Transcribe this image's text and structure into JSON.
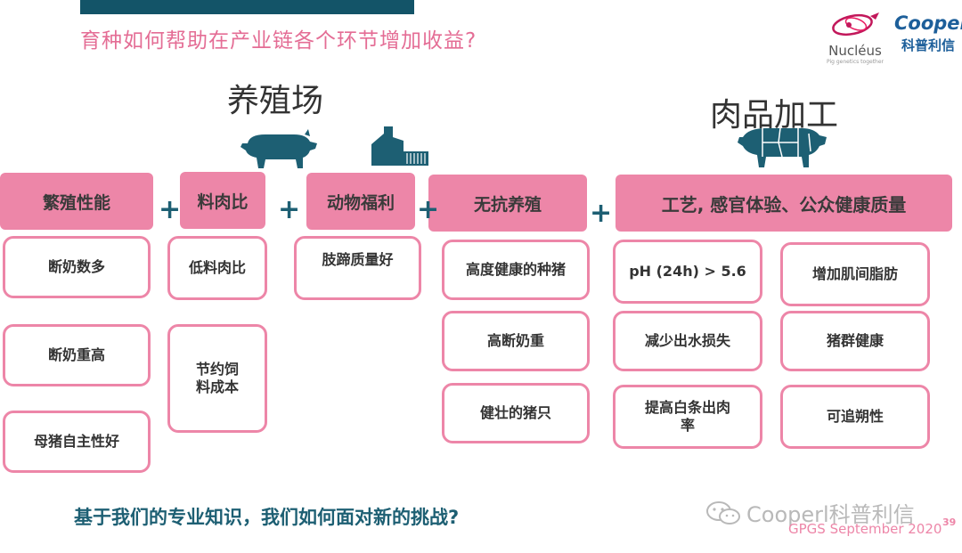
{
  "subtitle": "育种如何帮助在产业链各个环节增加收益?",
  "sections": {
    "farm": "养殖场",
    "processing": "肉品加工"
  },
  "logos": {
    "nucleus": "Nucléus",
    "nucleus_tagline": "Pig genetics together",
    "cooperl": "Cooperl",
    "cooperl_cn": "科普利信"
  },
  "categories": [
    "繁殖性能",
    "料肉比",
    "动物福利",
    "无抗养殖",
    "工艺, 感官体验、公众健康质量"
  ],
  "plus": "+",
  "items": {
    "repro": [
      "断奶数多",
      "断奶重高",
      "母猪自主性好"
    ],
    "fcr": [
      "低料肉比",
      "节约饲\n料成本"
    ],
    "welfare": [
      "肢蹄质量好"
    ],
    "antibiotic": [
      "高度健康的种猪",
      "高断奶重",
      "健壮的猪只"
    ],
    "quality_left": [
      "pH (24h) > 5.6",
      "减少出水损失",
      "提高白条出肉\n率"
    ],
    "quality_right": [
      "增加肌间脂肪",
      "猪群健康",
      "可追朔性"
    ]
  },
  "question": "基于我们的专业知识，我们如何面对新的挑战?",
  "watermark": "Cooperl科普利信",
  "footer": "GPGS September 2020",
  "page_number": "39",
  "colors": {
    "pink": "#ed86a8",
    "teal": "#1d5f73",
    "dark_teal": "#135468"
  },
  "icons": [
    "pig-silhouette-icon",
    "farm-building-icon",
    "pig-cuts-icon",
    "wechat-icon"
  ]
}
